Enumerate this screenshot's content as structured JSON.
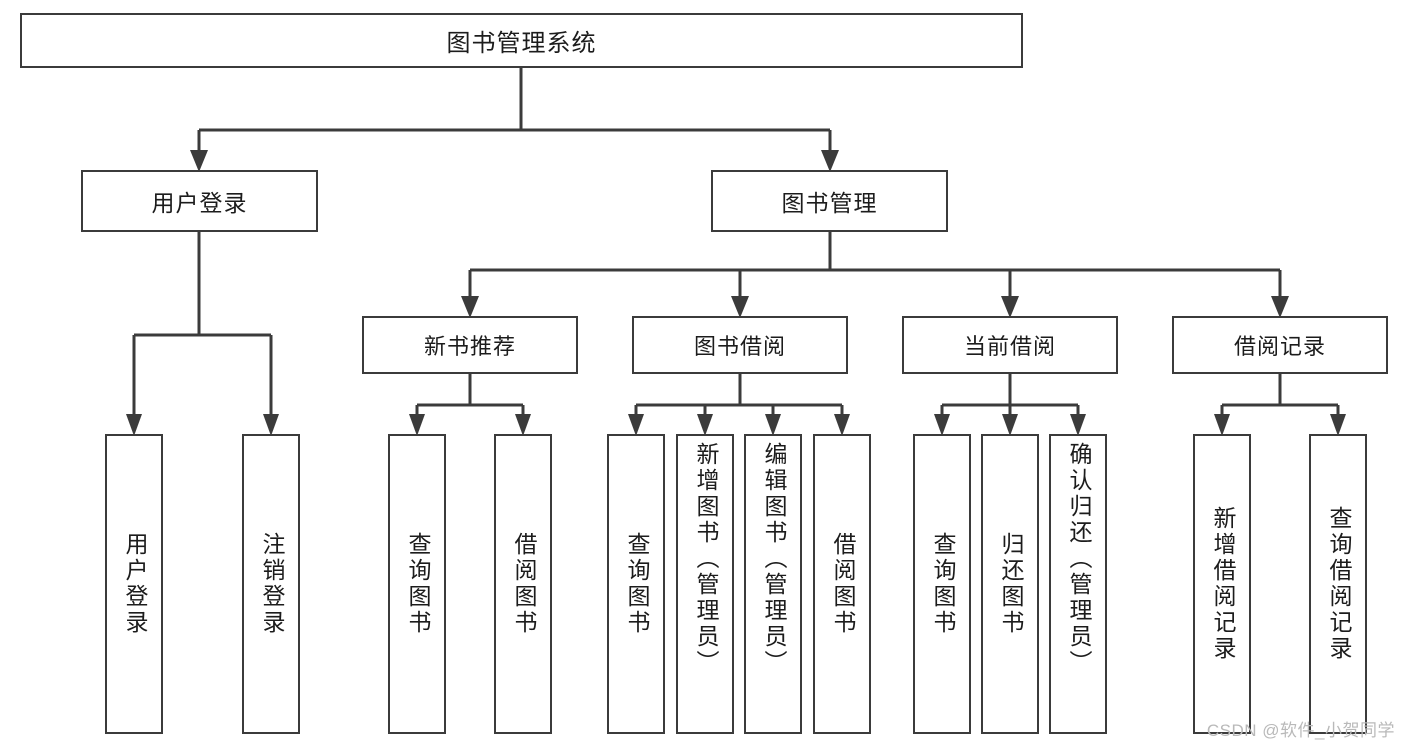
{
  "diagram": {
    "title": "图书管理系统",
    "type": "hierarchy-tree",
    "watermark": "CSDN @软件_小贺同学",
    "colors": {
      "stroke": "#3b3b3b",
      "fill": "#ffffff",
      "text": "#1c1c1c",
      "watermark": "#b9b9b9"
    },
    "nodes": {
      "root": {
        "label": "图书管理系统"
      },
      "level2": [
        {
          "id": "user-login",
          "label": "用户登录"
        },
        {
          "id": "book-management",
          "label": "图书管理"
        }
      ],
      "level3": [
        {
          "id": "new-book-recommend",
          "label": "新书推荐"
        },
        {
          "id": "book-borrow",
          "label": "图书借阅"
        },
        {
          "id": "current-borrow",
          "label": "当前借阅"
        },
        {
          "id": "borrow-record",
          "label": "借阅记录"
        }
      ],
      "leaves": {
        "user-login": [
          {
            "id": "leaf-user-login",
            "label": "用户登录"
          },
          {
            "id": "leaf-logout-login",
            "label": "注销登录"
          }
        ],
        "new-book-recommend": [
          {
            "id": "leaf-query-book-1",
            "label": "查询图书"
          },
          {
            "id": "leaf-borrow-book-1",
            "label": "借阅图书"
          }
        ],
        "book-borrow": [
          {
            "id": "leaf-query-book-2",
            "label": "查询图书"
          },
          {
            "id": "leaf-add-book",
            "label": "新增图书（管理员）"
          },
          {
            "id": "leaf-edit-book",
            "label": "编辑图书（管理员）"
          },
          {
            "id": "leaf-borrow-book-2",
            "label": "借阅图书"
          }
        ],
        "current-borrow": [
          {
            "id": "leaf-query-book-3",
            "label": "查询图书"
          },
          {
            "id": "leaf-return-book",
            "label": "归还图书"
          },
          {
            "id": "leaf-confirm-return",
            "label": "确认归还（管理员）"
          }
        ],
        "borrow-record": [
          {
            "id": "leaf-add-record",
            "label": "新增借阅记录"
          },
          {
            "id": "leaf-query-record",
            "label": "查询借阅记录"
          }
        ]
      }
    }
  }
}
